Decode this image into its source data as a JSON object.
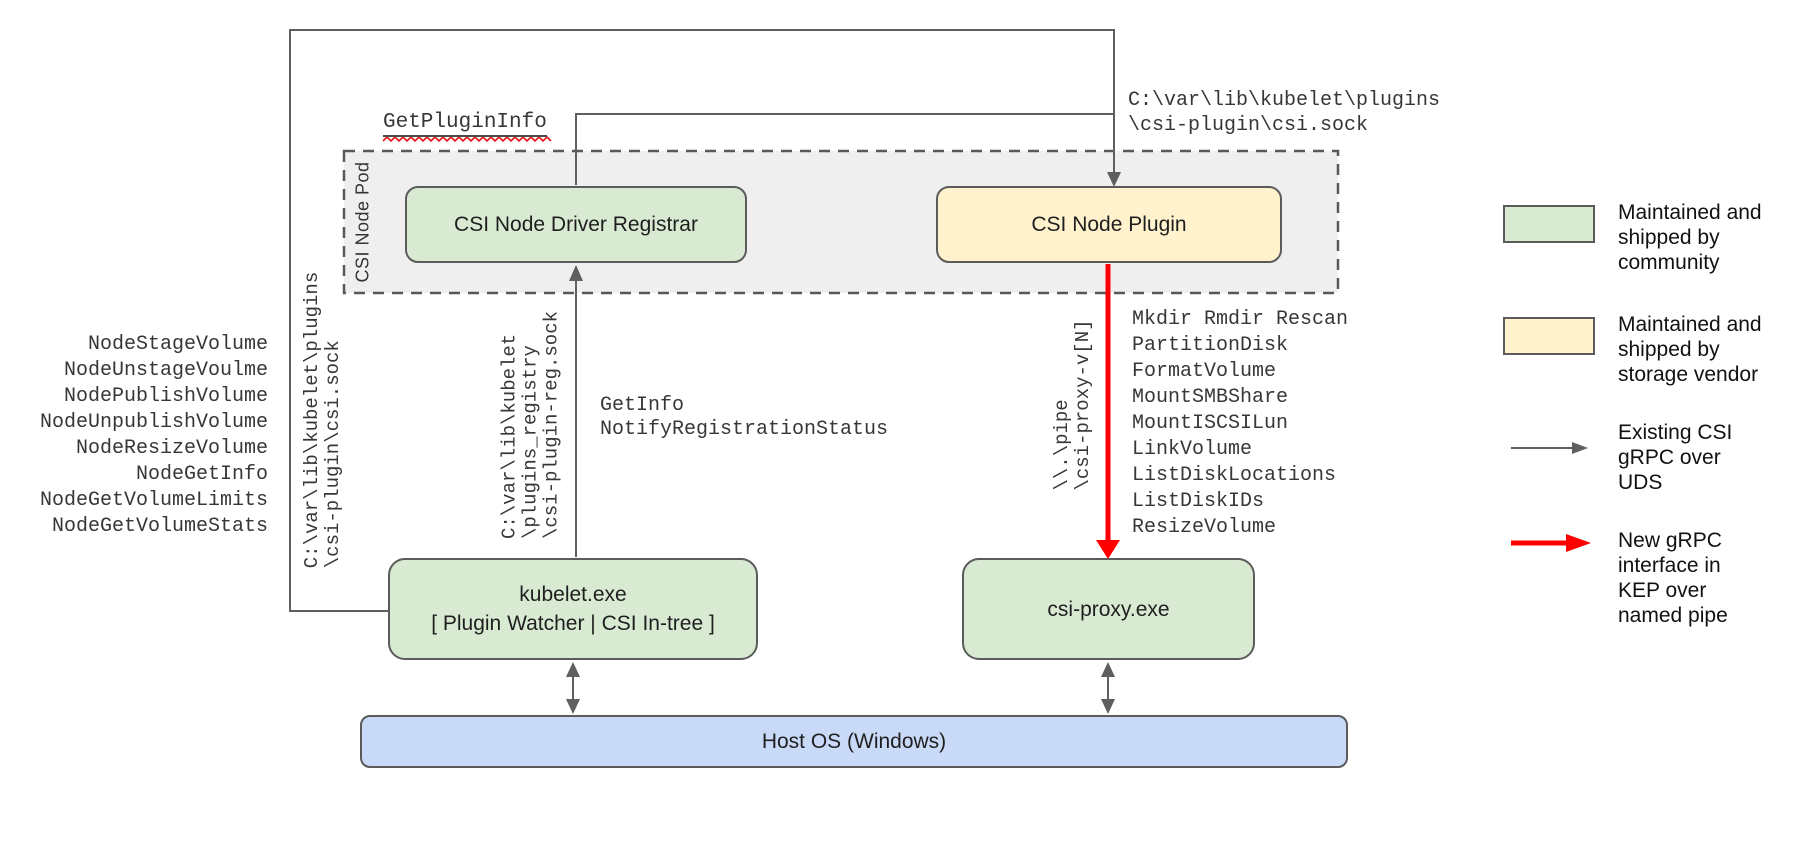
{
  "pod": {
    "label": "CSI Node Pod"
  },
  "boxes": {
    "registrar": {
      "label": "CSI Node Driver Registrar"
    },
    "plugin": {
      "label": "CSI Node Plugin"
    },
    "kubelet": {
      "title": "kubelet.exe",
      "subtitle": "[ Plugin Watcher | CSI In-tree ]"
    },
    "csi_proxy": {
      "label": "csi-proxy.exe"
    },
    "host_os": {
      "label": "Host OS (Windows)"
    }
  },
  "labels": {
    "get_plugin_info": "GetPluginInfo",
    "csi_sock_path": "C:\\var\\lib\\kubelet\\plugins\n\\csi-plugin\\csi.sock",
    "csi_sock_path_vertical": "C:\\var\\lib\\kubelet\\plugins\n\\csi-plugin\\csi.sock",
    "registry_sock_path_vertical": "C:\\var\\lib\\kubelet\n\\plugins_registry\n\\csi-plugin-reg.sock",
    "named_pipe_vertical": "\\\\.\\pipe\n\\csi-proxy-v[N]",
    "registration_calls": [
      "GetInfo",
      "NotifyRegistrationStatus"
    ],
    "node_csi_calls": [
      "NodeStageVolume",
      "NodeUnstageVoulme",
      "NodePublishVolume",
      "NodeUnpublishVolume",
      "NodeResizeVolume",
      "NodeGetInfo",
      "NodeGetVolumeLimits",
      "NodeGetVolumeStats"
    ],
    "proxy_calls": [
      "Mkdir Rmdir Rescan",
      "PartitionDisk",
      "FormatVolume",
      "MountSMBShare",
      "MountISCSILun",
      "LinkVolume",
      "ListDiskLocations",
      "ListDiskIDs",
      "ResizeVolume"
    ]
  },
  "legend": {
    "items": [
      {
        "swatch": "community-green-box",
        "label": "Maintained and\nshipped by\ncommunity"
      },
      {
        "swatch": "vendor-yellow-box",
        "label": "Maintained and\nshipped by\nstorage vendor"
      },
      {
        "swatch": "gray-arrow",
        "label": "Existing CSI\ngRPC over\nUDS"
      },
      {
        "swatch": "red-arrow",
        "label": "New gRPC\ninterface in\nKEP over\nnamed pipe"
      }
    ]
  },
  "colors": {
    "community_fill": "#d9ead3",
    "vendor_fill": "#fff2cc",
    "host_fill": "#c9daf8",
    "pod_fill": "#efefef",
    "stroke_gray": "#5f5f5f",
    "arrow_red": "#fe0000"
  }
}
